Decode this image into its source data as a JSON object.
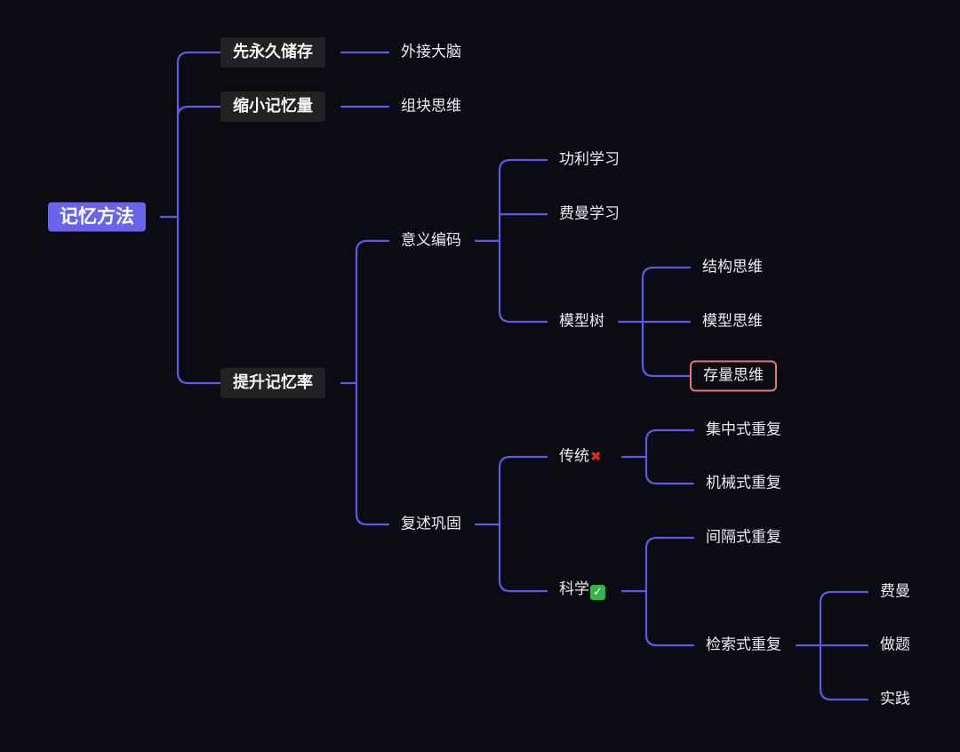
{
  "colors": {
    "background": "#0b0b14",
    "edge": "#5f5ae6",
    "root_fill": "#6a63ec",
    "level1_fill": "#222224",
    "highlight_border": "#e07a7a"
  },
  "root": {
    "label": "记忆方法"
  },
  "branches": [
    {
      "label": "先永久储存",
      "children": [
        {
          "label": "外接大脑"
        }
      ]
    },
    {
      "label": "缩小记忆量",
      "children": [
        {
          "label": "组块思维"
        }
      ]
    },
    {
      "label": "提升记忆率",
      "children": [
        {
          "label": "意义编码",
          "children": [
            {
              "label": "功利学习"
            },
            {
              "label": "费曼学习"
            },
            {
              "label": "模型树",
              "children": [
                {
                  "label": "结构思维"
                },
                {
                  "label": "模型思维"
                },
                {
                  "label": "存量思维",
                  "highlighted": true
                }
              ]
            }
          ]
        },
        {
          "label": "复述巩固",
          "children": [
            {
              "label": "传统",
              "emoji": "cross-mark-icon",
              "children": [
                {
                  "label": "集中式重复"
                },
                {
                  "label": "机械式重复"
                }
              ]
            },
            {
              "label": "科学",
              "emoji": "check-mark-icon",
              "children": [
                {
                  "label": "间隔式重复"
                },
                {
                  "label": "检索式重复",
                  "children": [
                    {
                      "label": "费曼"
                    },
                    {
                      "label": "做题"
                    },
                    {
                      "label": "实践"
                    }
                  ]
                }
              ]
            }
          ]
        }
      ]
    }
  ]
}
